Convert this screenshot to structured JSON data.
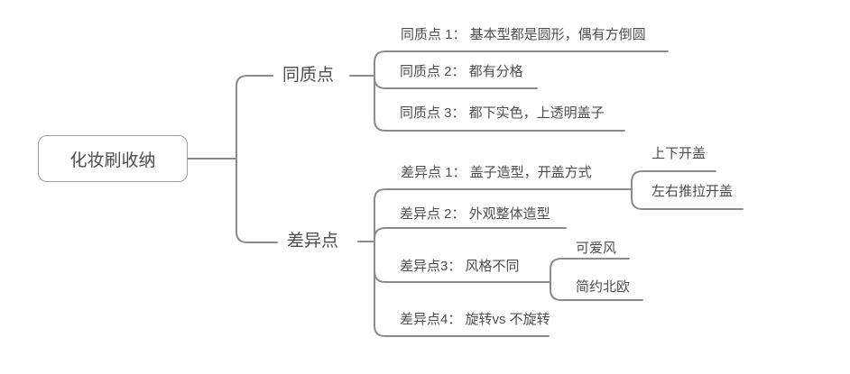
{
  "colors": {
    "line": "#8b8b8b",
    "text": "#4d4d4d",
    "root_border": "#9c9c9c",
    "background": "#ffffff"
  },
  "map": {
    "root": {
      "label": "化妆刷收纳"
    },
    "branches": [
      {
        "label": "同质点",
        "children": [
          {
            "label": "同质点 1： 基本型都是圆形，偶有方倒圆",
            "children": []
          },
          {
            "label": "同质点 2： 都有分格",
            "children": []
          },
          {
            "label": "同质点 3： 都下实色，上透明盖子",
            "children": []
          }
        ]
      },
      {
        "label": "差异点",
        "children": [
          {
            "label": "差异点 1： 盖子造型，开盖方式",
            "children": [
              {
                "label": "上下开盖"
              },
              {
                "label": "左右推拉开盖"
              }
            ]
          },
          {
            "label": "差异点 2： 外观整体造型",
            "children": []
          },
          {
            "label": "差异点3： 风格不同",
            "children": [
              {
                "label": "可爱风"
              },
              {
                "label": "简约北欧"
              }
            ]
          },
          {
            "label": "差异点4： 旋转vs 不旋转",
            "children": []
          }
        ]
      }
    ]
  }
}
